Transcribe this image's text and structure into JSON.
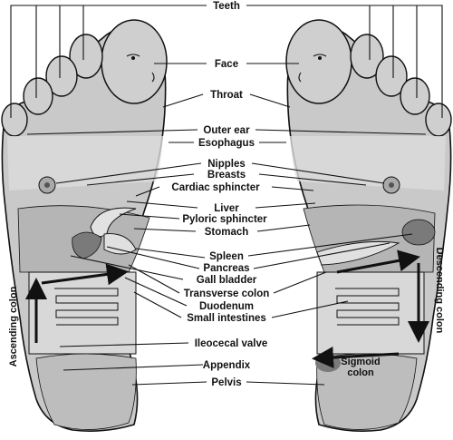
{
  "title": "Teeth",
  "labels": {
    "face": "Face",
    "throat": "Throat",
    "outer_ear": "Outer ear",
    "esophagus": "Esophagus",
    "nipples": "Nipples",
    "breasts": "Breasts",
    "cardiac_sphincter": "Cardiac sphincter",
    "liver": "Liver",
    "pyloric_sphincter": "Pyloric sphincter",
    "stomach": "Stomach",
    "spleen": "Spleen",
    "pancreas": "Pancreas",
    "gall_bladder": "Gall bladder",
    "transverse_colon": "Transverse colon",
    "duodenum": "Duodenum",
    "small_intestines": "Small intestines",
    "ileocecal_valve": "Ileocecal valve",
    "appendix": "Appendix",
    "pelvis": "Pelvis"
  },
  "side_labels": {
    "ascending_colon": "Ascending colon",
    "descending_colon": "Descending colon",
    "sigmoid_colon_line1": "Sigmoid",
    "sigmoid_colon_line2": "colon"
  },
  "colors": {
    "foot_fill": "#c9c9c9",
    "dark_zone": "#7a7a7a",
    "mid_zone": "#a9a9a9",
    "outline": "#111111"
  }
}
